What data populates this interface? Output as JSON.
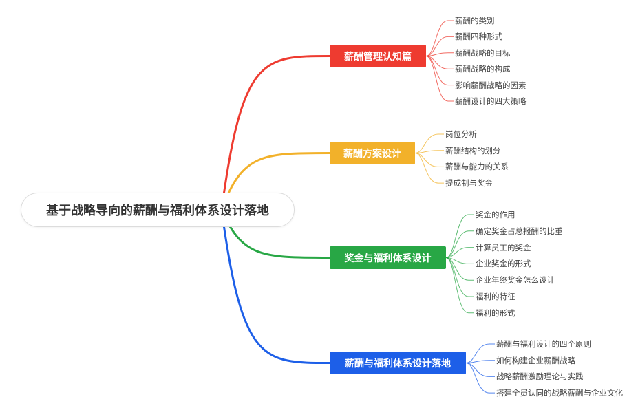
{
  "root": {
    "label": "基于战略导向的薪酬与福利体系设计落地"
  },
  "branches": [
    {
      "label": "薪酬管理认知篇",
      "color": "#ee3b30",
      "items": [
        "薪酬的类别",
        "薪酬四种形式",
        "薪酬战略的目标",
        "薪酬战略的构成",
        "影响薪酬战略的因素",
        "薪酬设计的四大策略"
      ]
    },
    {
      "label": "薪酬方案设计",
      "color": "#f2b12a",
      "items": [
        "岗位分析",
        "薪酬结构的划分",
        "薪酬与能力的关系",
        "提成制与奖金"
      ]
    },
    {
      "label": "奖金与福利体系设计",
      "color": "#28a745",
      "items": [
        "奖金的作用",
        "确定奖金占总报酬的比重",
        "计算员工的奖金",
        "企业奖金的形式",
        "企业年终奖金怎么设计",
        "福利的特征",
        "福利的形式"
      ]
    },
    {
      "label": "薪酬与福利体系设计落地",
      "color": "#1d5fe8",
      "items": [
        "薪酬与福利设计的四个原则",
        "如何构建企业薪酬战略",
        "战略薪酬激励理论与实践",
        "搭建全员认同的战略薪酬与企业文化"
      ]
    }
  ]
}
